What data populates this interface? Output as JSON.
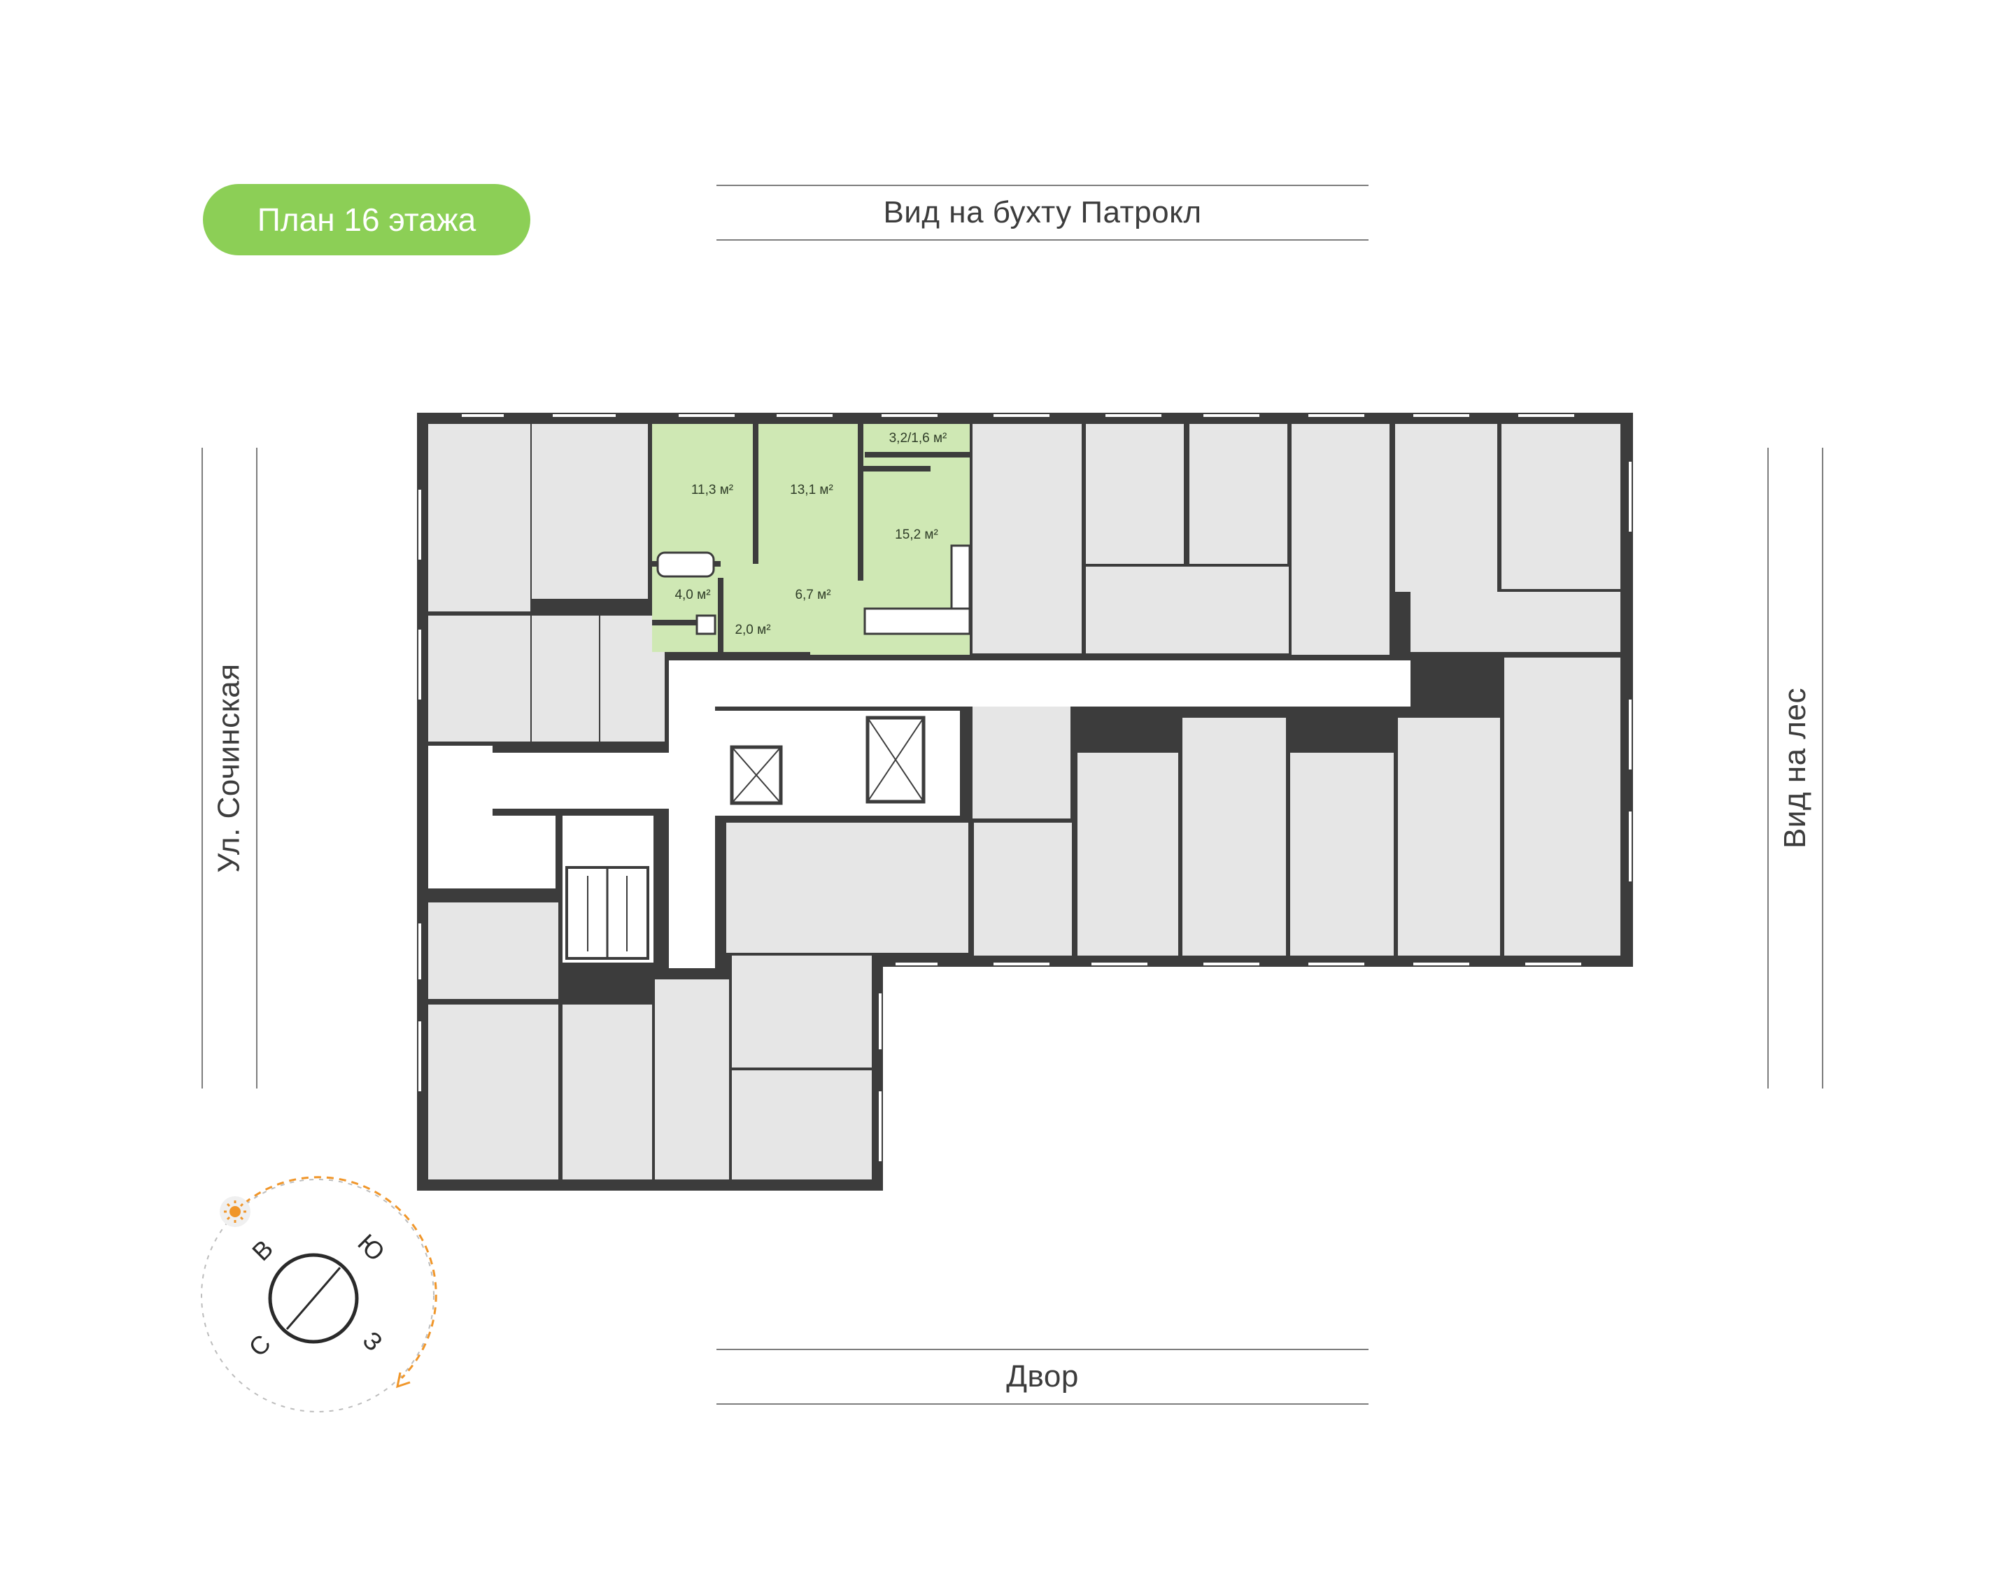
{
  "floor_title": "План 16 этажа",
  "views": {
    "top": "Вид на бухту Патрокл",
    "bottom": "Двор",
    "left": "Ул. Сочинская",
    "right": "Вид на лес"
  },
  "highlighted_apartment": {
    "rooms": [
      {
        "name": "room-1",
        "area": "11,3 м²"
      },
      {
        "name": "room-2",
        "area": "13,1 м²"
      },
      {
        "name": "balcony",
        "area": "3,2/1,6 м²"
      },
      {
        "name": "kitchen-living",
        "area": "15,2 м²"
      },
      {
        "name": "hall",
        "area": "6,7 м²"
      },
      {
        "name": "bathroom",
        "area": "4,0 м²"
      },
      {
        "name": "storage",
        "area": "2,0 м²"
      }
    ]
  },
  "compass": {
    "north": "С",
    "east": "В",
    "south": "Ю",
    "west": "З"
  },
  "colors": {
    "accent": "#8ccf56",
    "highlight_fill": "#cfe8b4",
    "wall": "#3c3c3c",
    "room_fill": "#e6e6e6",
    "sun_path": "#f0962a"
  },
  "icons": {
    "sun": "sun-icon",
    "needle": "compass-needle-icon"
  }
}
